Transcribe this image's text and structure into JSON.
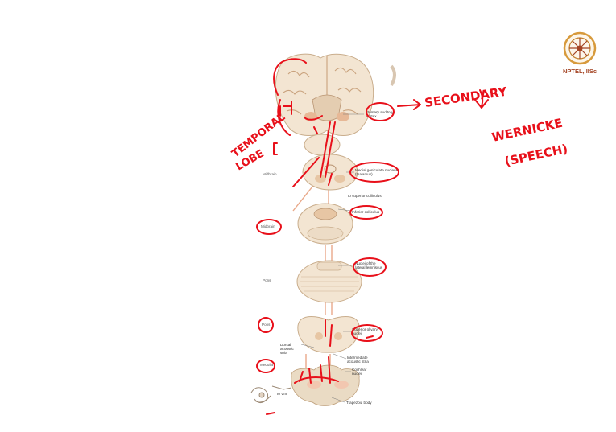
{
  "logo": {
    "caption": "NPTEL, IISc"
  },
  "diagram": {
    "labels": {
      "primary_auditory_cortex": [
        "Primary auditory",
        "cortex"
      ],
      "medial_geniculate": [
        "Medial geniculate nucleus",
        "(thalamus)"
      ],
      "to_superior_colliculus": "To superior colliculus",
      "inferior_colliculus": "Inferior colliculus",
      "lateral_lemniscus": [
        "Nuclei of the",
        "lateral lemniscus"
      ],
      "superior_olivary": [
        "Superior olivary",
        "nuclei"
      ],
      "dorsal_acoustic_stria": [
        "Dorsal",
        "acoustic",
        "stria"
      ],
      "intermediate_acoustic_stria": [
        "Intermediate",
        "acoustic stria"
      ],
      "cochlear_nuclei": [
        "Cochlear",
        "nuclei"
      ],
      "trapezoid_body": "Trapezoid body",
      "to_viii": "To VIII"
    },
    "levels": {
      "midbrain_1": "Midbrain",
      "midbrain_2": "Midbrain",
      "pons_1": "Pons",
      "pons_2": "Pons",
      "medulla": "Medulla"
    }
  },
  "annotations": {
    "temporal": "TEMPORAL",
    "lobe": "LOBE",
    "secondary": "SECONDARY",
    "wernicke": "WERNICKE",
    "speech": "(SPEECH)"
  }
}
